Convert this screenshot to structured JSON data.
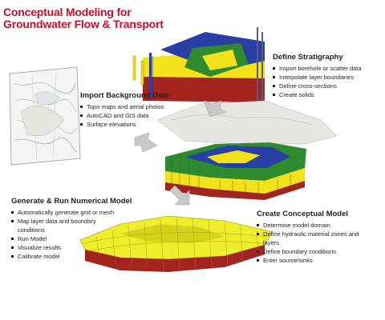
{
  "title": {
    "line1": "Conceptual Modeling for",
    "line2": "Groundwater Flow & Transport"
  },
  "sections": {
    "stratigraphy": {
      "heading": "Define Stratigraphy",
      "items": [
        "Import borehole or scatter data",
        "Interpolate layer boundaries",
        "Define cross-sections",
        "Create solids"
      ]
    },
    "background": {
      "heading": "Import Background Data",
      "items": [
        "Topo maps and aerial photos",
        "AutoCAD and GIS data",
        "Surface elevations"
      ]
    },
    "numerical": {
      "heading": "Generate & Run Numerical Model",
      "items": [
        "Automatically generate grid or mesh",
        "Map layer data and boundary conditions",
        "Run Model",
        "Visualize results",
        "Calibrate model"
      ]
    },
    "conceptual": {
      "heading": "Create Conceptual Model",
      "items": [
        "Determine model domain",
        "Define hydraulic material zones and layers",
        "Define boundary conditions",
        "Enter source/sinks"
      ]
    }
  },
  "colors": {
    "title": "#c8102e",
    "layer_blue": "#2a3fa6",
    "layer_yellow": "#f2e21a",
    "layer_red": "#a3241c",
    "layer_green": "#2e8b2e",
    "mesh_yellow": "#f0ee2a"
  }
}
